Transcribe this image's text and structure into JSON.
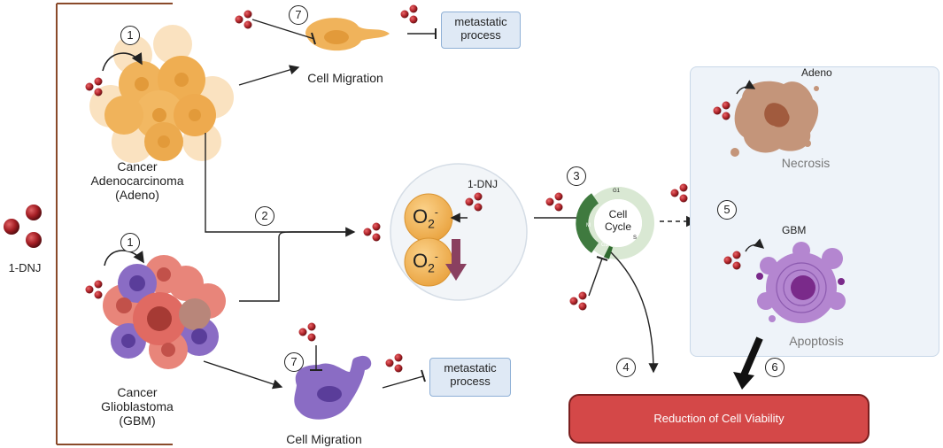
{
  "compound": {
    "name": "1-DNJ"
  },
  "cells": {
    "adeno_label": "Cancer\nAdenocarcinoma\n(Adeno)",
    "gbm_label": "Cancer\nGlioblastoma\n(GBM)"
  },
  "migration": {
    "top_label": "Cell Migration",
    "bottom_label": "Cell Migration",
    "top_box": "metastatic\nprocess",
    "bottom_box": "metastatic\nprocess"
  },
  "oxygen": {
    "compound_label": "1-DNJ",
    "o2_text": "O",
    "o2_sub": "2",
    "o2_sup": "-"
  },
  "cell_cycle": {
    "label": "Cell\nCycle",
    "phases": {
      "g1": "G1",
      "s": "S",
      "g2": "G2",
      "m": "M"
    }
  },
  "outcomes": {
    "adeno_tag": "Adeno",
    "necrosis": "Necrosis",
    "gbm_tag": "GBM",
    "apoptosis": "Apoptosis",
    "result": "Reduction of Cell Viability"
  },
  "step_numbers": {
    "adeno_uptake": "1",
    "gbm_uptake": "1",
    "oxidative": "2",
    "cell_cycle": "3",
    "viability": "4",
    "death": "5",
    "final": "6",
    "migration_top": "7",
    "migration_bottom": "7"
  },
  "colors": {
    "dnj": "#b3262c",
    "adeno_cell": "#f0b35b",
    "gbm_cell": "#8a6cc4",
    "gbm_pink": "#e8857a",
    "necrosis": "#c4957a",
    "apoptosis": "#a977c8",
    "o2_circle": "#f3b24f",
    "down_arrow": "#8a4060",
    "cell_cycle_green": "#3f7a3f",
    "result_box": "#d44848"
  }
}
